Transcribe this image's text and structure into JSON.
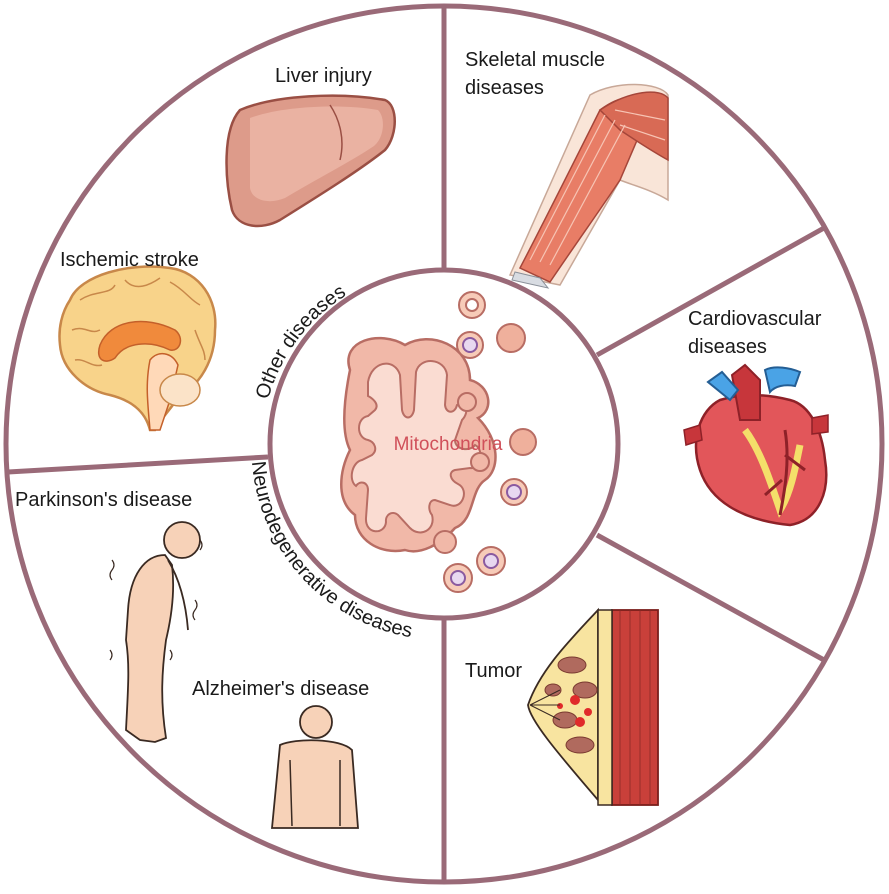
{
  "center": {
    "label": "Mitochondria"
  },
  "arc_labels": {
    "other": "Other diseases",
    "neuro": "Neurodegenerative diseases"
  },
  "diseases": {
    "liver": "Liver injury",
    "skeletal_line1": "Skeletal muscle",
    "skeletal_line2": "diseases",
    "ischemic": "Ischemic stroke",
    "cardio_line1": "Cardiovascular",
    "cardio_line2": "diseases",
    "parkinsons": "Parkinson's disease",
    "alzheimers": "Alzheimer's disease",
    "tumor": "Tumor"
  },
  "colors": {
    "ring": "#9a6a78",
    "center_text": "#d0505a",
    "mito_fill": "#f1b8a8",
    "mito_inner": "#fadcd2",
    "skin": "#f7d2b8",
    "brain": "#f8d38a",
    "heart": "#e2565a",
    "vessel": "#4aa3e6",
    "muscle": "#e87d66"
  },
  "icons": [
    "liver-icon",
    "arm-muscle-icon",
    "brain-icon",
    "heart-icon",
    "parkinson-figure-icon",
    "alzheimer-figure-icon",
    "breast-tumor-icon",
    "mitochondrion-icon"
  ]
}
